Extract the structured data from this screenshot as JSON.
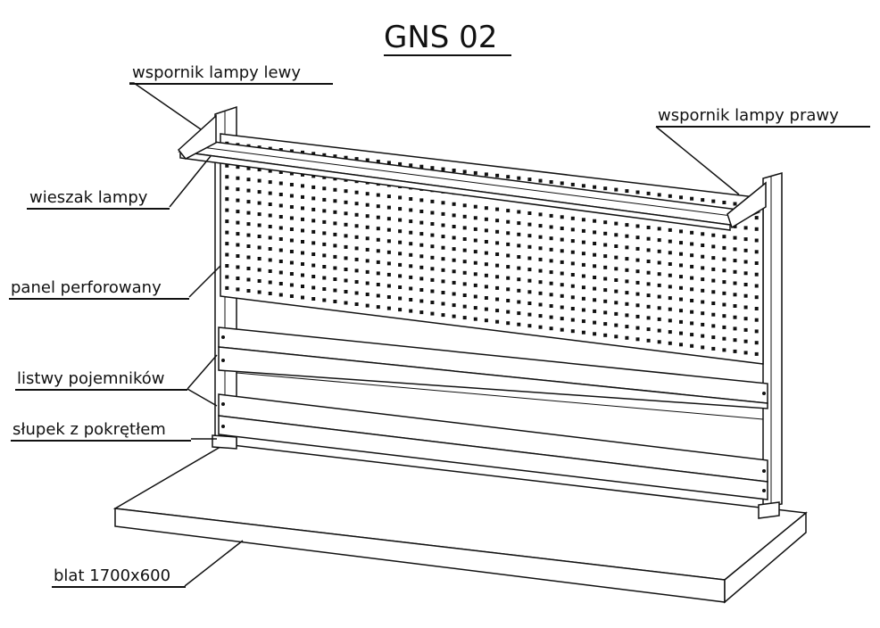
{
  "title": "GNS 02",
  "labels": {
    "lamp_bracket_left": "wspornik  lampy lewy",
    "lamp_bracket_right": "wspornik  lampy prawy",
    "lamp_hanger": "wieszak lampy",
    "perforated_panel": "panel perforowany",
    "bin_rails": "listwy pojemników",
    "post_with_knob": "słupek z pokrętłem",
    "worktop": "blat 1700x600"
  }
}
